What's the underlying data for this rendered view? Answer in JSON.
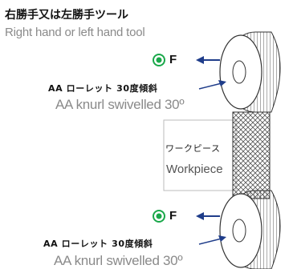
{
  "title": {
    "ja": "右勝手又は左勝手ツール",
    "en": "Right hand or left hand tool"
  },
  "top_roll": {
    "force_label": "F",
    "knurl_ja": "AA ローレット 30度傾斜",
    "knurl_en": "AA knurl swivelled 30º"
  },
  "bottom_roll": {
    "force_label": "F",
    "knurl_ja": "AA ローレット 30度傾斜",
    "knurl_en": "AA knurl swivelled 30º"
  },
  "workpiece": {
    "ja": "ワークピース",
    "en": "Workpiece"
  },
  "colors": {
    "force_indicator": "#1aa84a",
    "arrow": "#1f3d8a",
    "outline": "#333333",
    "knurl_hatch": "#555555"
  }
}
